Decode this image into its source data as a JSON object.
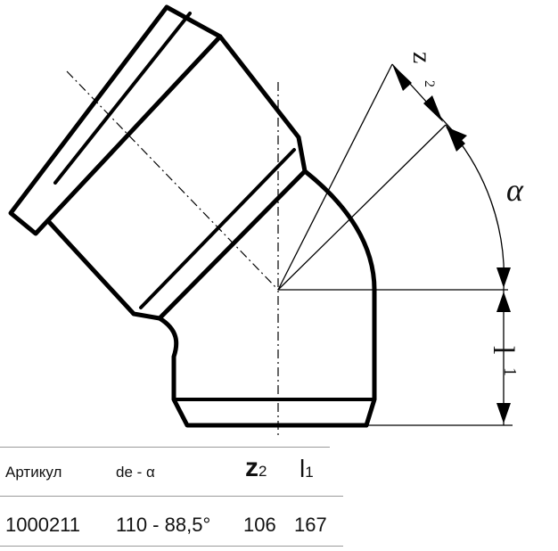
{
  "drawing": {
    "labels": {
      "z2_letter": "z",
      "z2_sub": "2",
      "alpha": "α",
      "l1_letter": "l",
      "l1_sub": "1"
    }
  },
  "table": {
    "headers": {
      "article": "Артикул",
      "de_alpha": "de - α",
      "z2_letter": "z",
      "z2_sub": "2",
      "l1_letter": "l",
      "l1_sub": "1"
    },
    "row": {
      "article": "1000211",
      "de_alpha": "110 - 88,5°",
      "z2": "106",
      "l1": "167"
    }
  }
}
